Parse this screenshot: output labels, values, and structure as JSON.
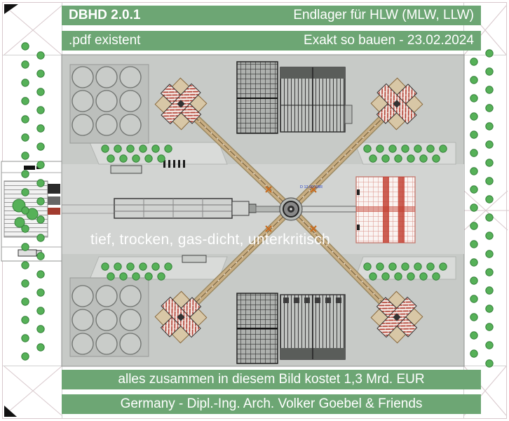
{
  "header": {
    "title": "DBHD 2.0.1",
    "right": "Endlager für HLW (MLW, LLW)",
    "row2_left": ".pdf existent",
    "row2_right": "Exakt so bauen - 23.02.2024"
  },
  "footer": {
    "line1": "alles zusammen in diesem Bild kostet 1,3 Mrd. EUR",
    "line2": "Germany - Dipl.-Ing. Arch. Volker Goebel & Friends"
  },
  "plan": {
    "watermark": "tief, trocken, gas-dicht, unterkritisch",
    "shaft_label": "D 12,00 SBR"
  },
  "colors": {
    "banner_green": "#6da674",
    "tree_green": "#56b158",
    "site_gray": "#c7cac7",
    "machine_red": "#b23a2c",
    "conveyor_tan": "#c9ae83"
  }
}
